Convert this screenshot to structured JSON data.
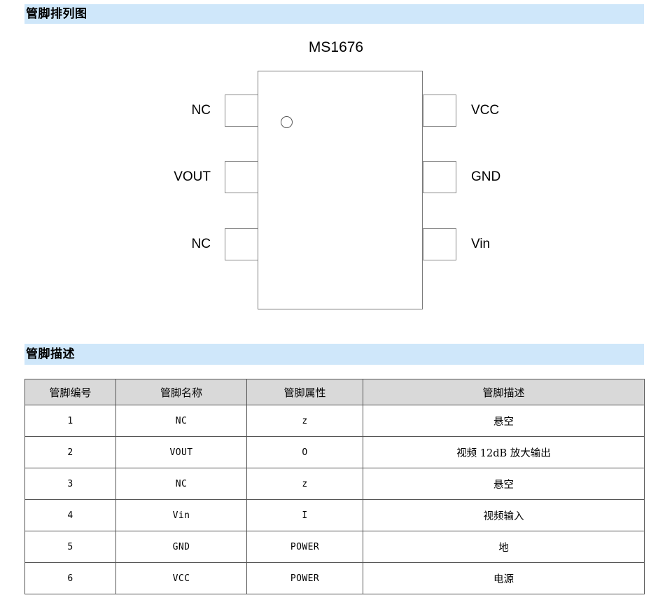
{
  "sections": {
    "pinout": {
      "title": "管脚排列图",
      "bar_color": "#cfe7fa"
    },
    "pin_description": {
      "title": "管脚描述",
      "bar_color": "#cfe7fa"
    }
  },
  "diagram": {
    "device_name": "MS1676",
    "package_outline_color": "#7b7b7b",
    "pin1_marker": "pin1-dot",
    "left_pins": [
      {
        "label": "NC"
      },
      {
        "label": "VOUT"
      },
      {
        "label": "NC"
      }
    ],
    "right_pins": [
      {
        "label": "VCC"
      },
      {
        "label": "GND"
      },
      {
        "label": "Vin"
      }
    ]
  },
  "pin_table": {
    "headers": [
      "管脚编号",
      "管脚名称",
      "管脚属性",
      "管脚描述"
    ],
    "header_bg": "#d9d9d9",
    "rows": [
      {
        "number": "1",
        "name": "NC",
        "attribute": "z",
        "description": "悬空"
      },
      {
        "number": "2",
        "name": "VOUT",
        "attribute": "O",
        "description": "视频 12dB 放大输出"
      },
      {
        "number": "3",
        "name": "NC",
        "attribute": "z",
        "description": "悬空"
      },
      {
        "number": "4",
        "name": "Vin",
        "attribute": "I",
        "description": "视频输入"
      },
      {
        "number": "5",
        "name": "GND",
        "attribute": "POWER",
        "description": "地"
      },
      {
        "number": "6",
        "name": "VCC",
        "attribute": "POWER",
        "description": "电源"
      }
    ]
  }
}
